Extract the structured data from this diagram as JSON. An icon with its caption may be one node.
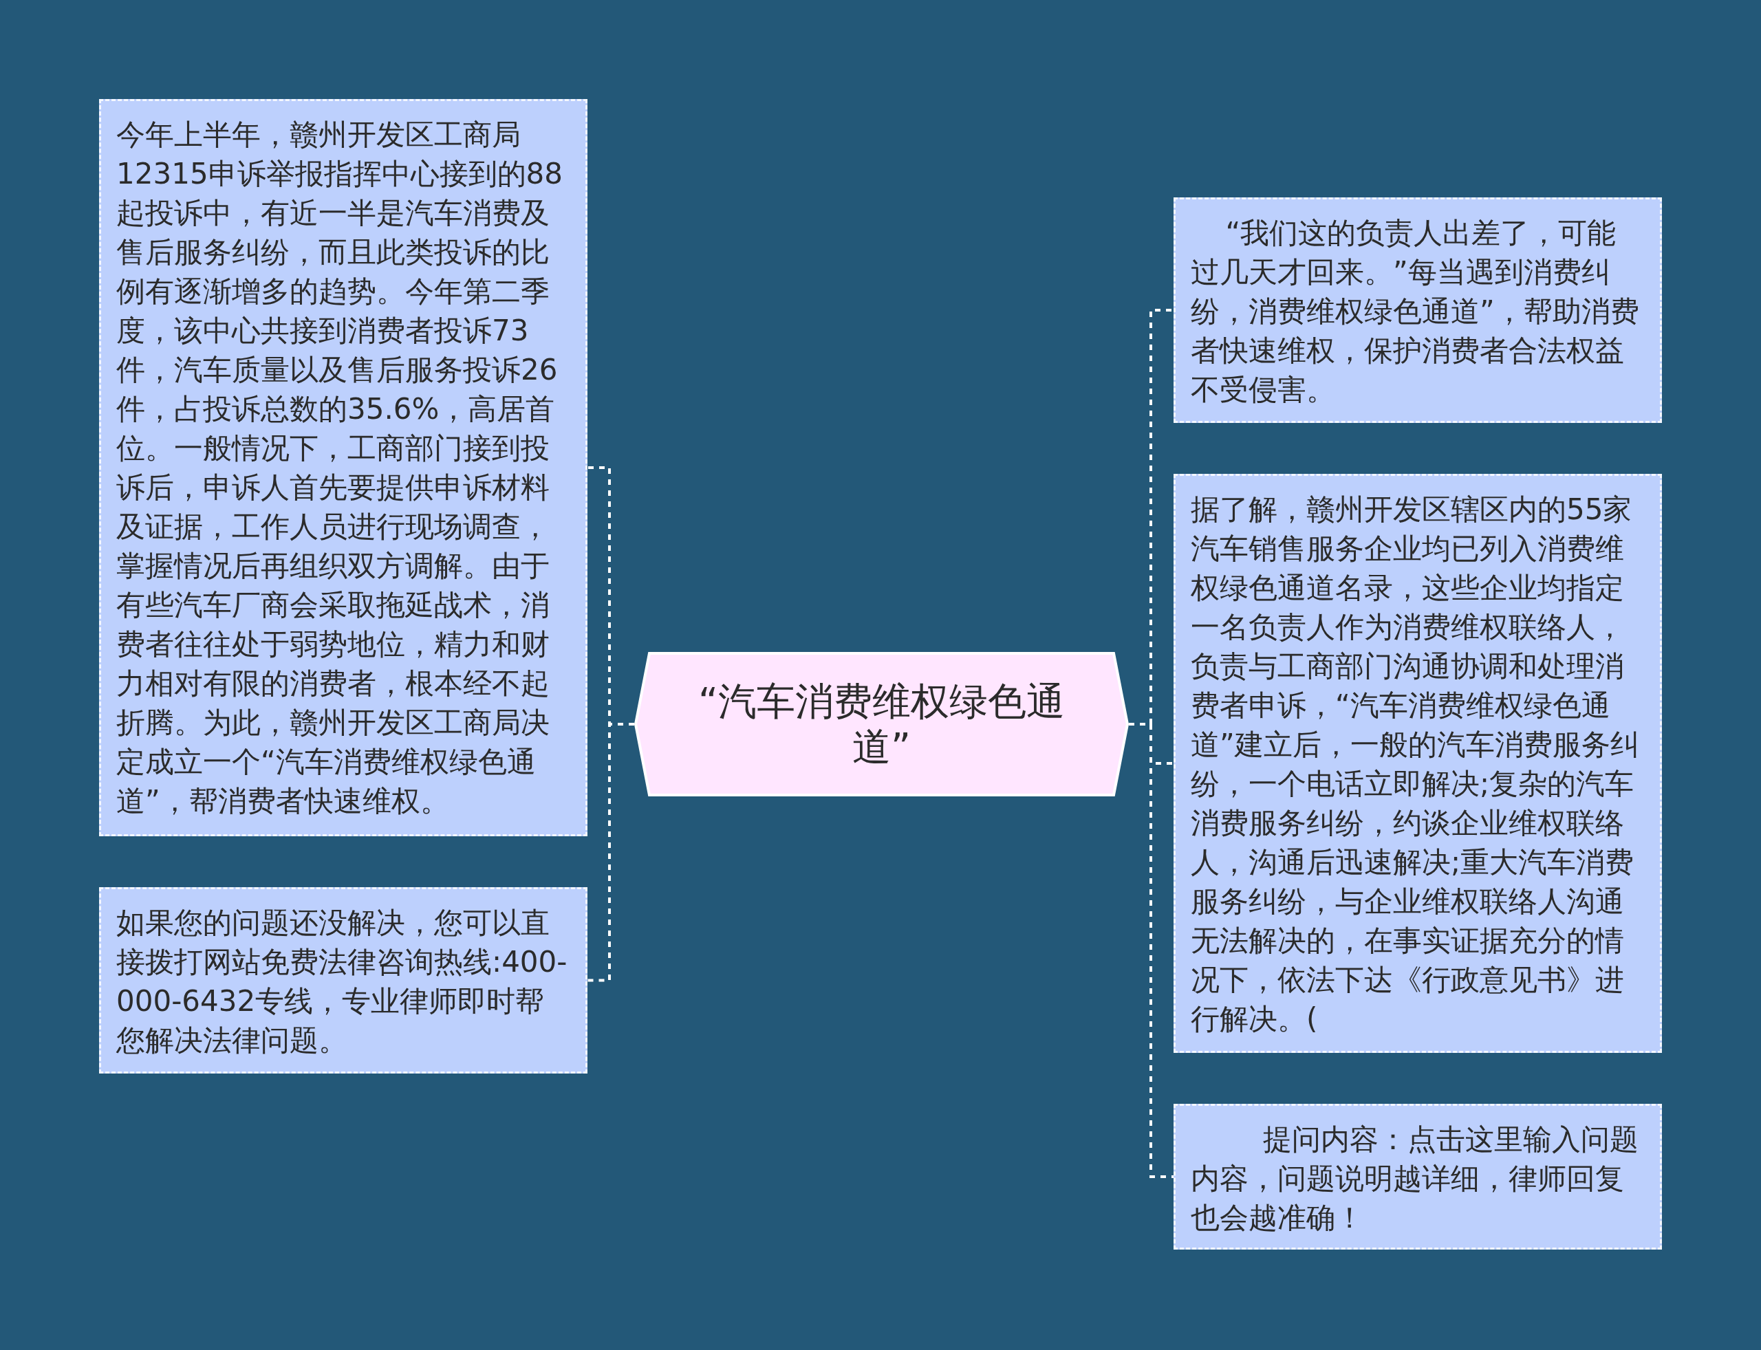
{
  "diagram": {
    "nodes": [
      {
        "text": [
          "“汽车消费维权绿色通道”"
        ]
      },
      {
        "text": [
          "今年上半年，赣州开发区工商局12315申诉举报指挥中心接到的88起投诉中，有近一半是汽车消费及售后服务纠纷，而且此类投诉的比例有逐渐增多的趋势。今年第二季度，该中心共接到消费者投诉73件，汽车质量以及售后服务投诉26件，占投诉总数的35.6%，高居首位。一般情况下，工商部门接到投诉后，申诉人首先要提供申诉材料及证据，工作人员进行现场调查，掌握情况后再组织双方调解。由于有些汽车厂商会采取拖延战术，消费者往往处于弱势地位，精力和财力相对有限的消费者，根本经不起折腾。为此，赣州开发区工商局决定成立一个“汽车消费维权绿色通道”，帮消费者快速维权。"
        ]
      },
      {
        "text": [
          "如果您的问题还没解决，您可以直接拨打网站免费法律咨询热线:400-000-6432专线，专业律师即时帮您解决法律问题。"
        ]
      },
      {
        "text": [
          "“我们这的负责人出差了，可能过几天才回来。”每当遇到消费纠纷，消费维权绿色通道”，帮助消费者快速维权，保护消费者合法权益不受侵害。"
        ]
      },
      {
        "text": [
          "据了解，赣州开发区辖区内的55家汽车销售服务企业均已列入消费维权绿色通道名录，这些企业均指定一名负责人作为消费维权联络人，负责与工商部门沟通协调和处理消费者申诉，“汽车消费维权绿色通道”建立后，一般的汽车消费服务纠纷，一个电话立即解决;复杂的汽车消费服务纠纷，约谈企业维权联络人，沟通后迅速解决;重大汽车消费服务纠纷，与企业维权联络人沟通无法解决的，在事实证据充分的情况下，依法下达《行政意见书》进行解决。("
        ]
      },
      {
        "text": [
          "提问内容：点击这里输入问题内容，问题说明越详细，律师回复也会越准确！"
        ]
      }
    ],
    "edges": [
      {
        "from": 0,
        "to": 1,
        "arrow": "none",
        "style": "dashed"
      },
      {
        "from": 0,
        "to": 2,
        "arrow": "none",
        "style": "dashed"
      },
      {
        "from": 0,
        "to": 3,
        "arrow": "none",
        "style": "dashed"
      },
      {
        "from": 0,
        "to": 4,
        "arrow": "none",
        "style": "dashed"
      },
      {
        "from": 0,
        "to": 5,
        "arrow": "none",
        "style": "dashed"
      }
    ]
  }
}
